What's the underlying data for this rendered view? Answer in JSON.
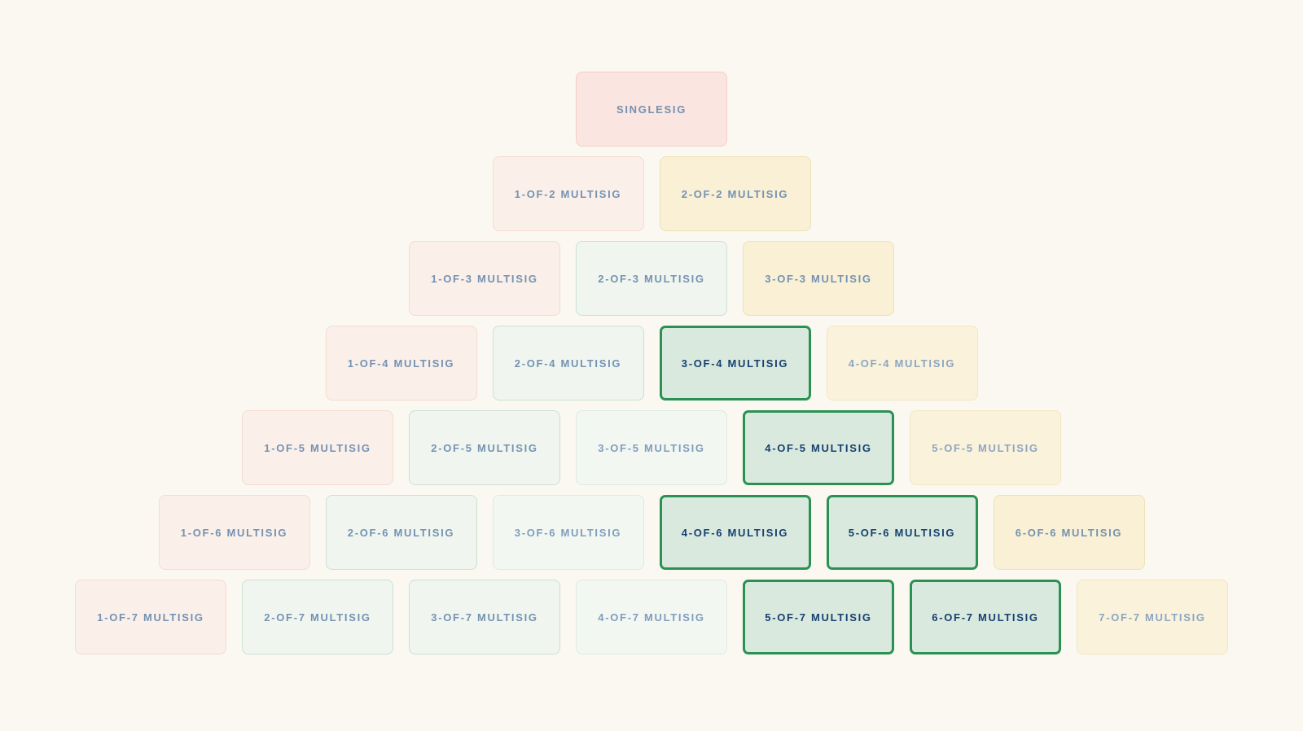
{
  "page": {
    "background": "#FAF8F1",
    "description": "Multisig quorum pyramid diagram"
  },
  "palette": {
    "singlesig": {
      "fill": "#FAE5E0",
      "border": "#F5CFC7",
      "text": "#7492B3"
    },
    "pink": {
      "fill": "#FBEFE9",
      "border": "#F7DBD0",
      "text": "#7492B3"
    },
    "green": {
      "fill": "#F0F6EF",
      "border": "#CBE1D1",
      "text": "#7492B3"
    },
    "green-faint": {
      "fill": "#F3F7F2",
      "border": "#DDEBDE",
      "text": "#809DBD"
    },
    "green-strong": {
      "fill": "#D9E9DE",
      "border": "#2B9153",
      "text": "#16406F"
    },
    "yellow": {
      "fill": "#F9F0D5",
      "border": "#EFE1B6",
      "text": "#7492B3"
    },
    "yellow-faint": {
      "fill": "#FAF2DA",
      "border": "#F2E6C2",
      "text": "#8CA6C3"
    }
  },
  "diagram": {
    "rows": [
      {
        "cells": [
          {
            "label": "SINGLESIG",
            "variant": "singlesig"
          }
        ]
      },
      {
        "cells": [
          {
            "label": "1-OF-2 MULTISIG",
            "variant": "pink"
          },
          {
            "label": "2-OF-2 MULTISIG",
            "variant": "yellow"
          }
        ]
      },
      {
        "cells": [
          {
            "label": "1-OF-3 MULTISIG",
            "variant": "pink"
          },
          {
            "label": "2-OF-3 MULTISIG",
            "variant": "green"
          },
          {
            "label": "3-OF-3 MULTISIG",
            "variant": "yellow"
          }
        ]
      },
      {
        "cells": [
          {
            "label": "1-OF-4 MULTISIG",
            "variant": "pink"
          },
          {
            "label": "2-OF-4 MULTISIG",
            "variant": "green"
          },
          {
            "label": "3-OF-4 MULTISIG",
            "variant": "green-strong"
          },
          {
            "label": "4-OF-4 MULTISIG",
            "variant": "yellow-faint"
          }
        ]
      },
      {
        "cells": [
          {
            "label": "1-OF-5 MULTISIG",
            "variant": "pink"
          },
          {
            "label": "2-OF-5 MULTISIG",
            "variant": "green"
          },
          {
            "label": "3-OF-5 MULTISIG",
            "variant": "green-faint"
          },
          {
            "label": "4-OF-5 MULTISIG",
            "variant": "green-strong"
          },
          {
            "label": "5-OF-5 MULTISIG",
            "variant": "yellow-faint"
          }
        ]
      },
      {
        "cells": [
          {
            "label": "1-OF-6 MULTISIG",
            "variant": "pink"
          },
          {
            "label": "2-OF-6 MULTISIG",
            "variant": "green"
          },
          {
            "label": "3-OF-6 MULTISIG",
            "variant": "green-faint"
          },
          {
            "label": "4-OF-6 MULTISIG",
            "variant": "green-strong"
          },
          {
            "label": "5-OF-6 MULTISIG",
            "variant": "green-strong"
          },
          {
            "label": "6-OF-6 MULTISIG",
            "variant": "yellow"
          }
        ]
      },
      {
        "cells": [
          {
            "label": "1-OF-7 MULTISIG",
            "variant": "pink"
          },
          {
            "label": "2-OF-7 MULTISIG",
            "variant": "green"
          },
          {
            "label": "3-OF-7 MULTISIG",
            "variant": "green"
          },
          {
            "label": "4-OF-7 MULTISIG",
            "variant": "green-faint"
          },
          {
            "label": "5-OF-7 MULTISIG",
            "variant": "green-strong"
          },
          {
            "label": "6-OF-7 MULTISIG",
            "variant": "green-strong"
          },
          {
            "label": "7-OF-7 MULTISIG",
            "variant": "yellow-faint"
          }
        ]
      }
    ]
  }
}
